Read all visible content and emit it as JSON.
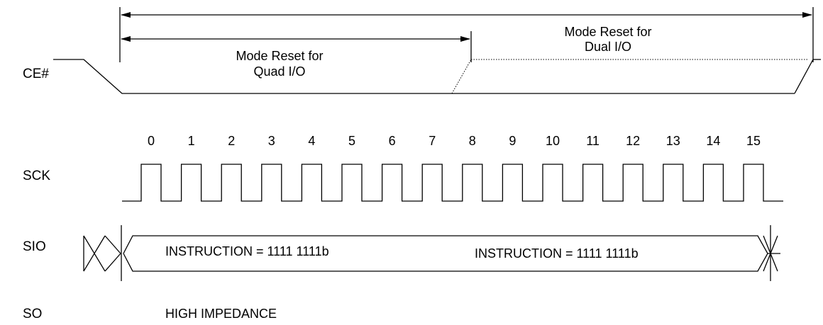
{
  "signals": {
    "ce": "CE#",
    "sck": "SCK",
    "sio": "SIO",
    "so": "SO"
  },
  "annotations": {
    "quad_line1": "Mode Reset for",
    "quad_line2": "Quad I/O",
    "dual_line1": "Mode Reset for",
    "dual_line2": "Dual I/O"
  },
  "clock_labels": [
    "0",
    "1",
    "2",
    "3",
    "4",
    "5",
    "6",
    "7",
    "8",
    "9",
    "10",
    "11",
    "12",
    "13",
    "14",
    "15"
  ],
  "sio": {
    "instruction_1": "INSTRUCTION = 1111 1111b",
    "instruction_2": "INSTRUCTION = 1111 1111b"
  },
  "so": {
    "state": "HIGH IMPEDANCE"
  }
}
